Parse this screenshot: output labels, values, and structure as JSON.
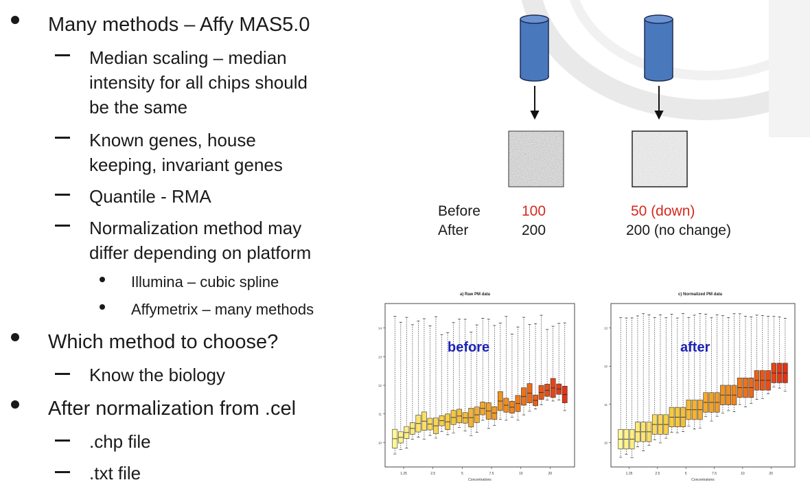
{
  "bullets": {
    "b1": "Many methods – Affy MAS5.0",
    "b1_1a": "Median scaling – median",
    "b1_1b": "intensity for all chips should",
    "b1_1c": "be the same",
    "b1_2a": "Known genes, house",
    "b1_2b": "keeping, invariant genes",
    "b1_3": "Quantile - RMA",
    "b1_4a": "Normalization method may",
    "b1_4b": "differ depending on platform",
    "b1_4_1": "Illumina – cubic spline",
    "b1_4_2": "Affymetrix – many methods",
    "b2": "Which method to choose?",
    "b2_1": "Know the biology",
    "b3": "After normalization from .cel",
    "b3_1": ".chp file",
    "b3_2": ".txt file"
  },
  "diagram": {
    "before_label": "Before",
    "after_label": "After",
    "chip1_before": "100",
    "chip1_after": "200",
    "chip2_before": "50 (down)",
    "chip2_after": "200 (no change)",
    "accent_blue": "#4a78bd",
    "accent_red": "#d42a1e"
  },
  "plots": {
    "raw": {
      "title": "a) Raw PM data",
      "overlay": "before",
      "xlabel": "Concentrations",
      "xticks": [
        "1.25",
        "2.5",
        "5",
        "7.5",
        "10",
        "20"
      ],
      "yticks": [
        "10",
        "11",
        "12",
        "13",
        "14"
      ]
    },
    "norm": {
      "title": "c) Normalized PM data",
      "overlay": "after",
      "xlabel": "Concentrations",
      "xticks": [
        "1.25",
        "2.5",
        "5",
        "7.5",
        "10",
        "20"
      ],
      "yticks": [
        "10",
        "11",
        "12",
        "13"
      ]
    }
  }
}
